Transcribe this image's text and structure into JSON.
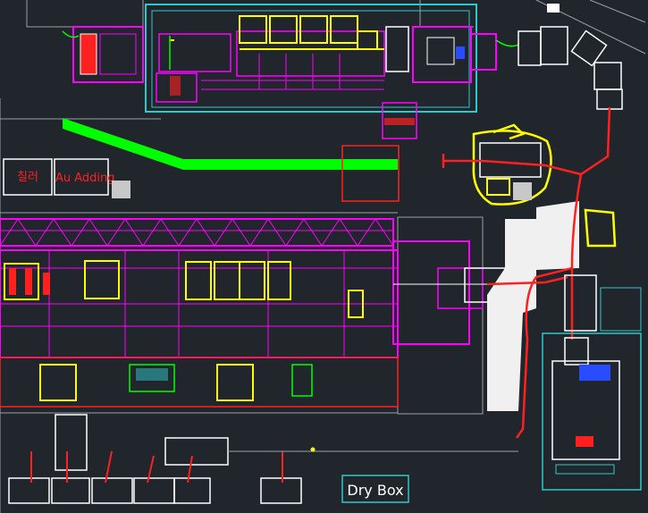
{
  "labels": {
    "korean": "칠러",
    "au_adding": "Au Adding",
    "dry_box": "Dry Box",
    "small_vertical": "",
    "panel_caption": "",
    "corner_tag": ""
  },
  "colors": {
    "background": "#21262d",
    "magenta": "#ff00ff",
    "yellow": "#ffff00",
    "green": "#00ff00",
    "red": "#ff2020",
    "cyan": "#30c8c8",
    "white": "#f0f0f0",
    "gray": "#9aa0a6",
    "blue": "#2a4cff"
  }
}
